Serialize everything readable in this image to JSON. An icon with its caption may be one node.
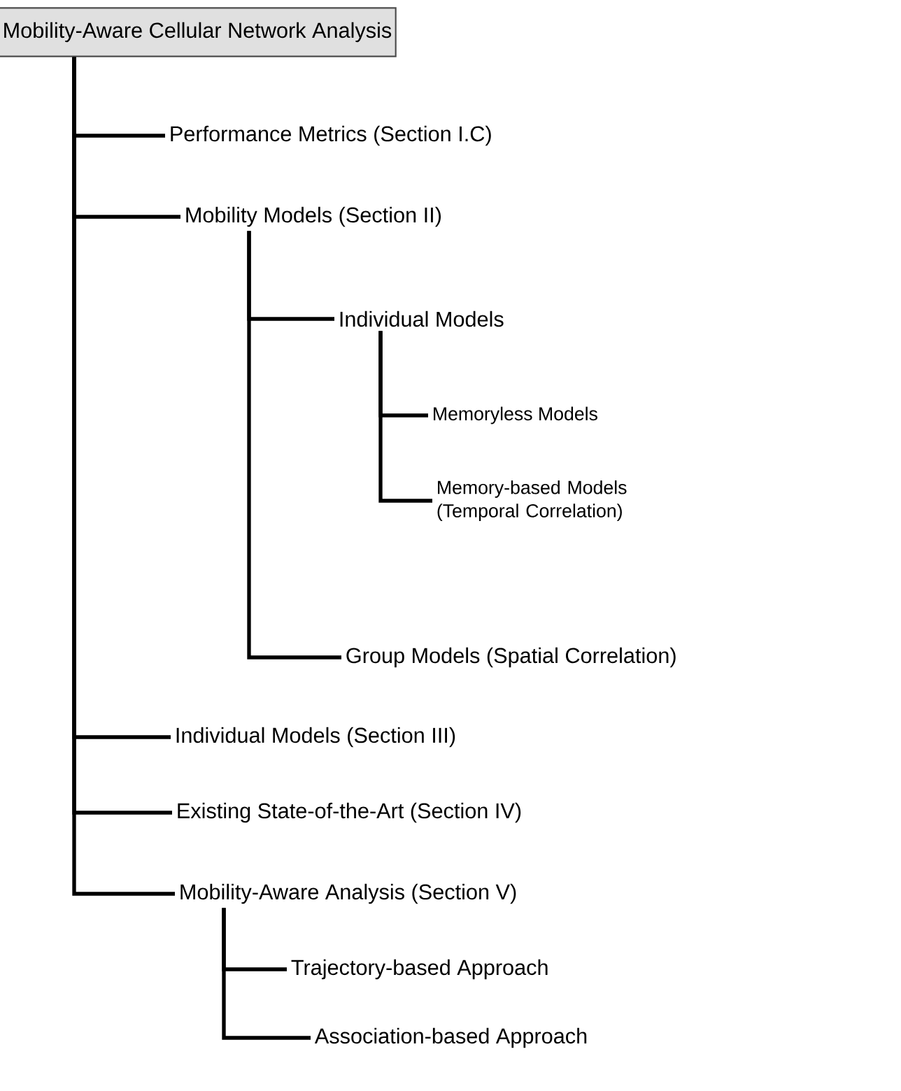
{
  "diagram": {
    "nodes": [
      {
        "text": [
          "Mobility-Aware Cellular Network Analysis"
        ]
      },
      {
        "text": [
          "Performance Metrics (Section I.C)"
        ]
      },
      {
        "text": [
          "Mobility Models  (Section II)"
        ]
      },
      {
        "text": [
          "Individual Models"
        ]
      },
      {
        "text": [
          "Memoryless Models"
        ]
      },
      {
        "text": [
          "Memory-based Models (Temporal Correlation)"
        ]
      },
      {
        "text": [
          "Group Models (Spatial Correlation)"
        ]
      },
      {
        "text": [
          "Individual Models (Section III)"
        ]
      },
      {
        "text": [
          "Existing State-of-the-Art (Section IV)"
        ]
      },
      {
        "text": [
          "Mobility-Aware Analysis (Section V)"
        ]
      },
      {
        "text": [
          "Trajectory-based Approach"
        ]
      },
      {
        "text": [
          "Association-based Approach"
        ]
      }
    ],
    "edges": [
      {
        "from": 0,
        "to": 1,
        "arrow": "none"
      },
      {
        "from": 0,
        "to": 2,
        "arrow": "none"
      },
      {
        "from": 2,
        "to": 3,
        "arrow": "none"
      },
      {
        "from": 3,
        "to": 4,
        "arrow": "none"
      },
      {
        "from": 3,
        "to": 5,
        "arrow": "none"
      },
      {
        "from": 2,
        "to": 6,
        "arrow": "none"
      },
      {
        "from": 0,
        "to": 7,
        "arrow": "none"
      },
      {
        "from": 0,
        "to": 8,
        "arrow": "none"
      },
      {
        "from": 0,
        "to": 9,
        "arrow": "none"
      },
      {
        "from": 9,
        "to": 10,
        "arrow": "none"
      },
      {
        "from": 9,
        "to": 11,
        "arrow": "none"
      }
    ]
  }
}
